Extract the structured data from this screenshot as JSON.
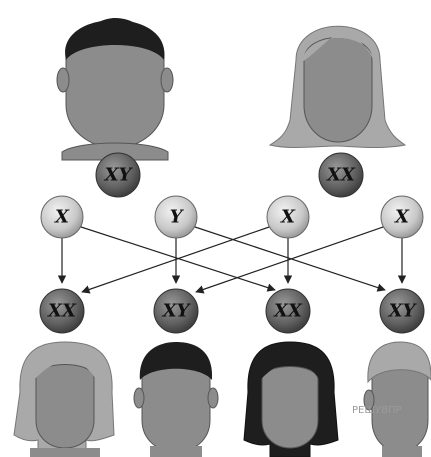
{
  "parents": [
    {
      "label": "XY"
    },
    {
      "label": "XX"
    }
  ],
  "gametes": [
    {
      "label": "X"
    },
    {
      "label": "Y"
    },
    {
      "label": "X"
    },
    {
      "label": "X"
    }
  ],
  "offspring": [
    {
      "label": "XX"
    },
    {
      "label": "XY"
    },
    {
      "label": "XX"
    },
    {
      "label": "XY"
    }
  ],
  "watermark": "РЕШУВПР",
  "colors": {
    "skin": "#8c8c8c",
    "dark_hair": "#1e1e1e",
    "light_hair": "#a9a9a9",
    "outline": "#444444",
    "parent_sphere": "#6a6a6a",
    "gamete_sphere": "#d0d0d0",
    "offspring_sphere": "#5f5f5f",
    "arrow": "#222222"
  }
}
